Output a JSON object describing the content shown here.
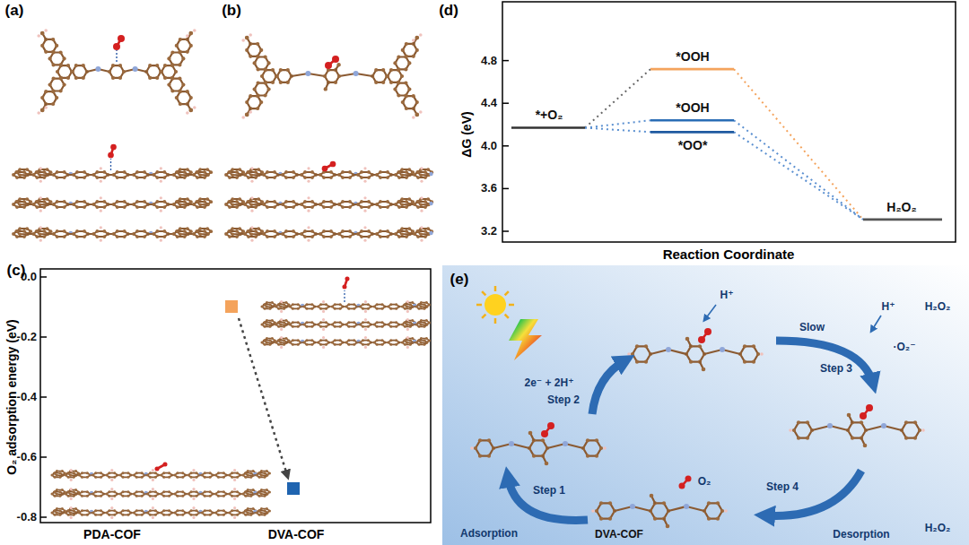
{
  "diagram": {
    "labels": [
      "(a)",
      "(b)",
      "(c)",
      "(d)",
      "(e)",
      "0.0",
      "-0.2",
      "-0.4",
      "-0.6",
      "-0.8",
      "O₂ adsorption energy (eV)",
      "PDA-COF",
      "DVA-COF",
      "ΔG (eV)",
      "3.2",
      "3.6",
      "4.0",
      "4.4",
      "4.8",
      "*+O₂",
      "*OOH",
      "*OOH",
      "*OO*",
      "H₂O₂",
      "Reaction Coordinate",
      "2e⁻ + 2H⁺",
      "Step 2",
      "Slow",
      "Step 3",
      "Step 4",
      "Desorption",
      "Step 1",
      "Adsorption",
      "DVA-COF",
      "H⁺",
      "H⁺",
      "H₂O₂",
      "·O₂⁻",
      "H₂O₂",
      "O₂"
    ]
  }
}
